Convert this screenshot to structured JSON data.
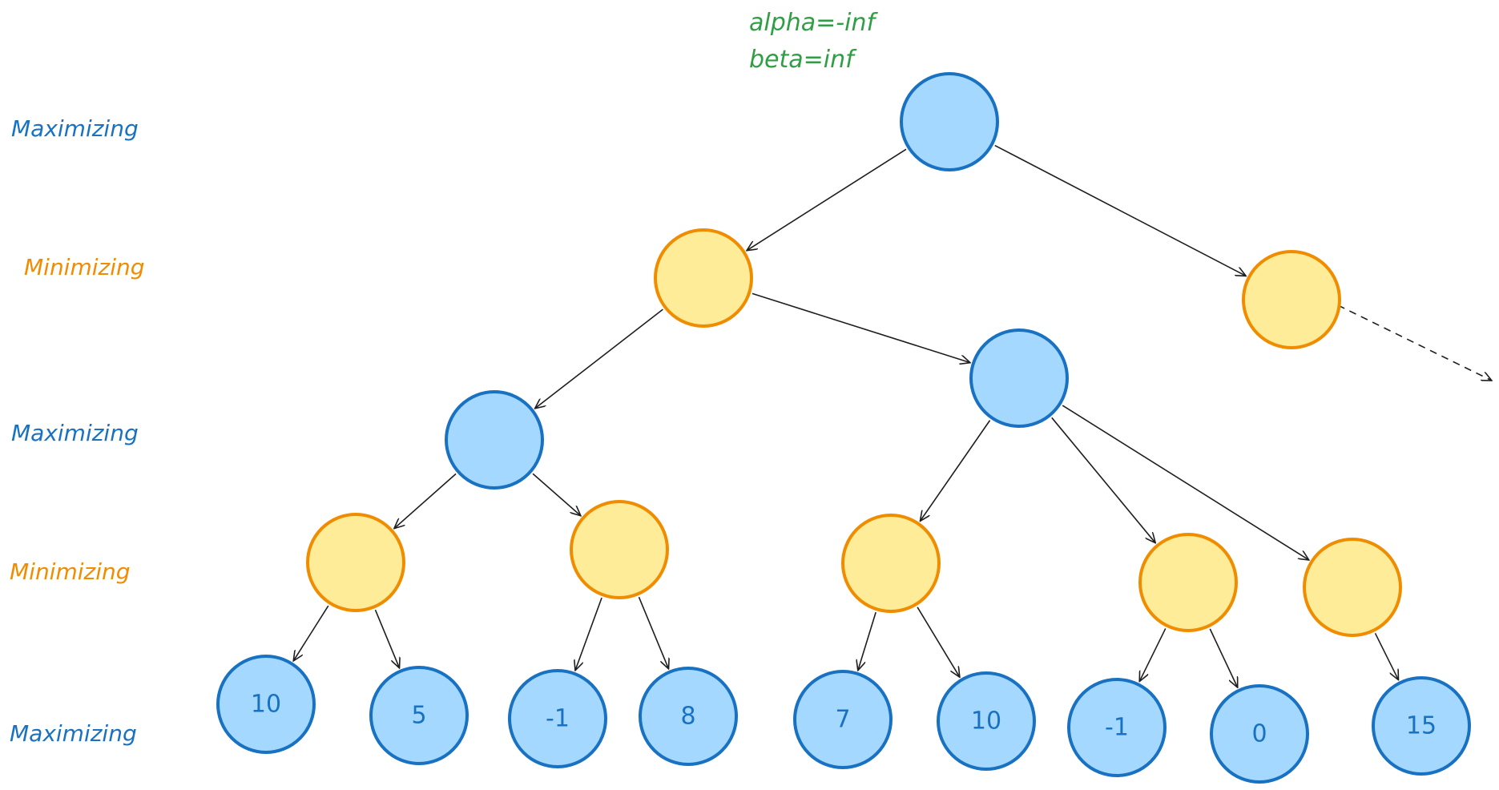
{
  "colors": {
    "max_fill": "#a5d8ff",
    "max_stroke": "#1971c2",
    "min_fill": "#ffec99",
    "min_stroke": "#f08c00",
    "params_text": "#2f9e44",
    "edge": "#1e1e1e"
  },
  "search_params": {
    "alpha": "alpha=-inf",
    "beta": "beta=inf"
  },
  "level_labels": [
    "Maximizing",
    "Minimizing",
    "Maximizing",
    "Minimizing",
    "Maximizing"
  ],
  "tree": {
    "root": {
      "type": "max",
      "children": [
        "min-left",
        "min-right"
      ]
    },
    "min-left": {
      "type": "min",
      "children": [
        "max-a",
        "max-b"
      ]
    },
    "min-right": {
      "type": "min",
      "children": [],
      "pruned_continuation": true
    },
    "max-a": {
      "type": "max",
      "children": [
        "min-a1",
        "min-a2"
      ]
    },
    "max-b": {
      "type": "max",
      "children": [
        "min-b1",
        "min-b2",
        "min-b3"
      ]
    },
    "min-a1": {
      "type": "min",
      "children": [
        "leaf-1",
        "leaf-2"
      ]
    },
    "min-a2": {
      "type": "min",
      "children": [
        "leaf-3",
        "leaf-4"
      ]
    },
    "min-b1": {
      "type": "min",
      "children": [
        "leaf-5",
        "leaf-6"
      ]
    },
    "min-b2": {
      "type": "min",
      "children": [
        "leaf-7",
        "leaf-8"
      ]
    },
    "min-b3": {
      "type": "min",
      "children": [
        "leaf-9"
      ]
    }
  },
  "leaf_values": [
    "10",
    "5",
    "-1",
    "8",
    "7",
    "10",
    "-1",
    "0",
    "15"
  ]
}
